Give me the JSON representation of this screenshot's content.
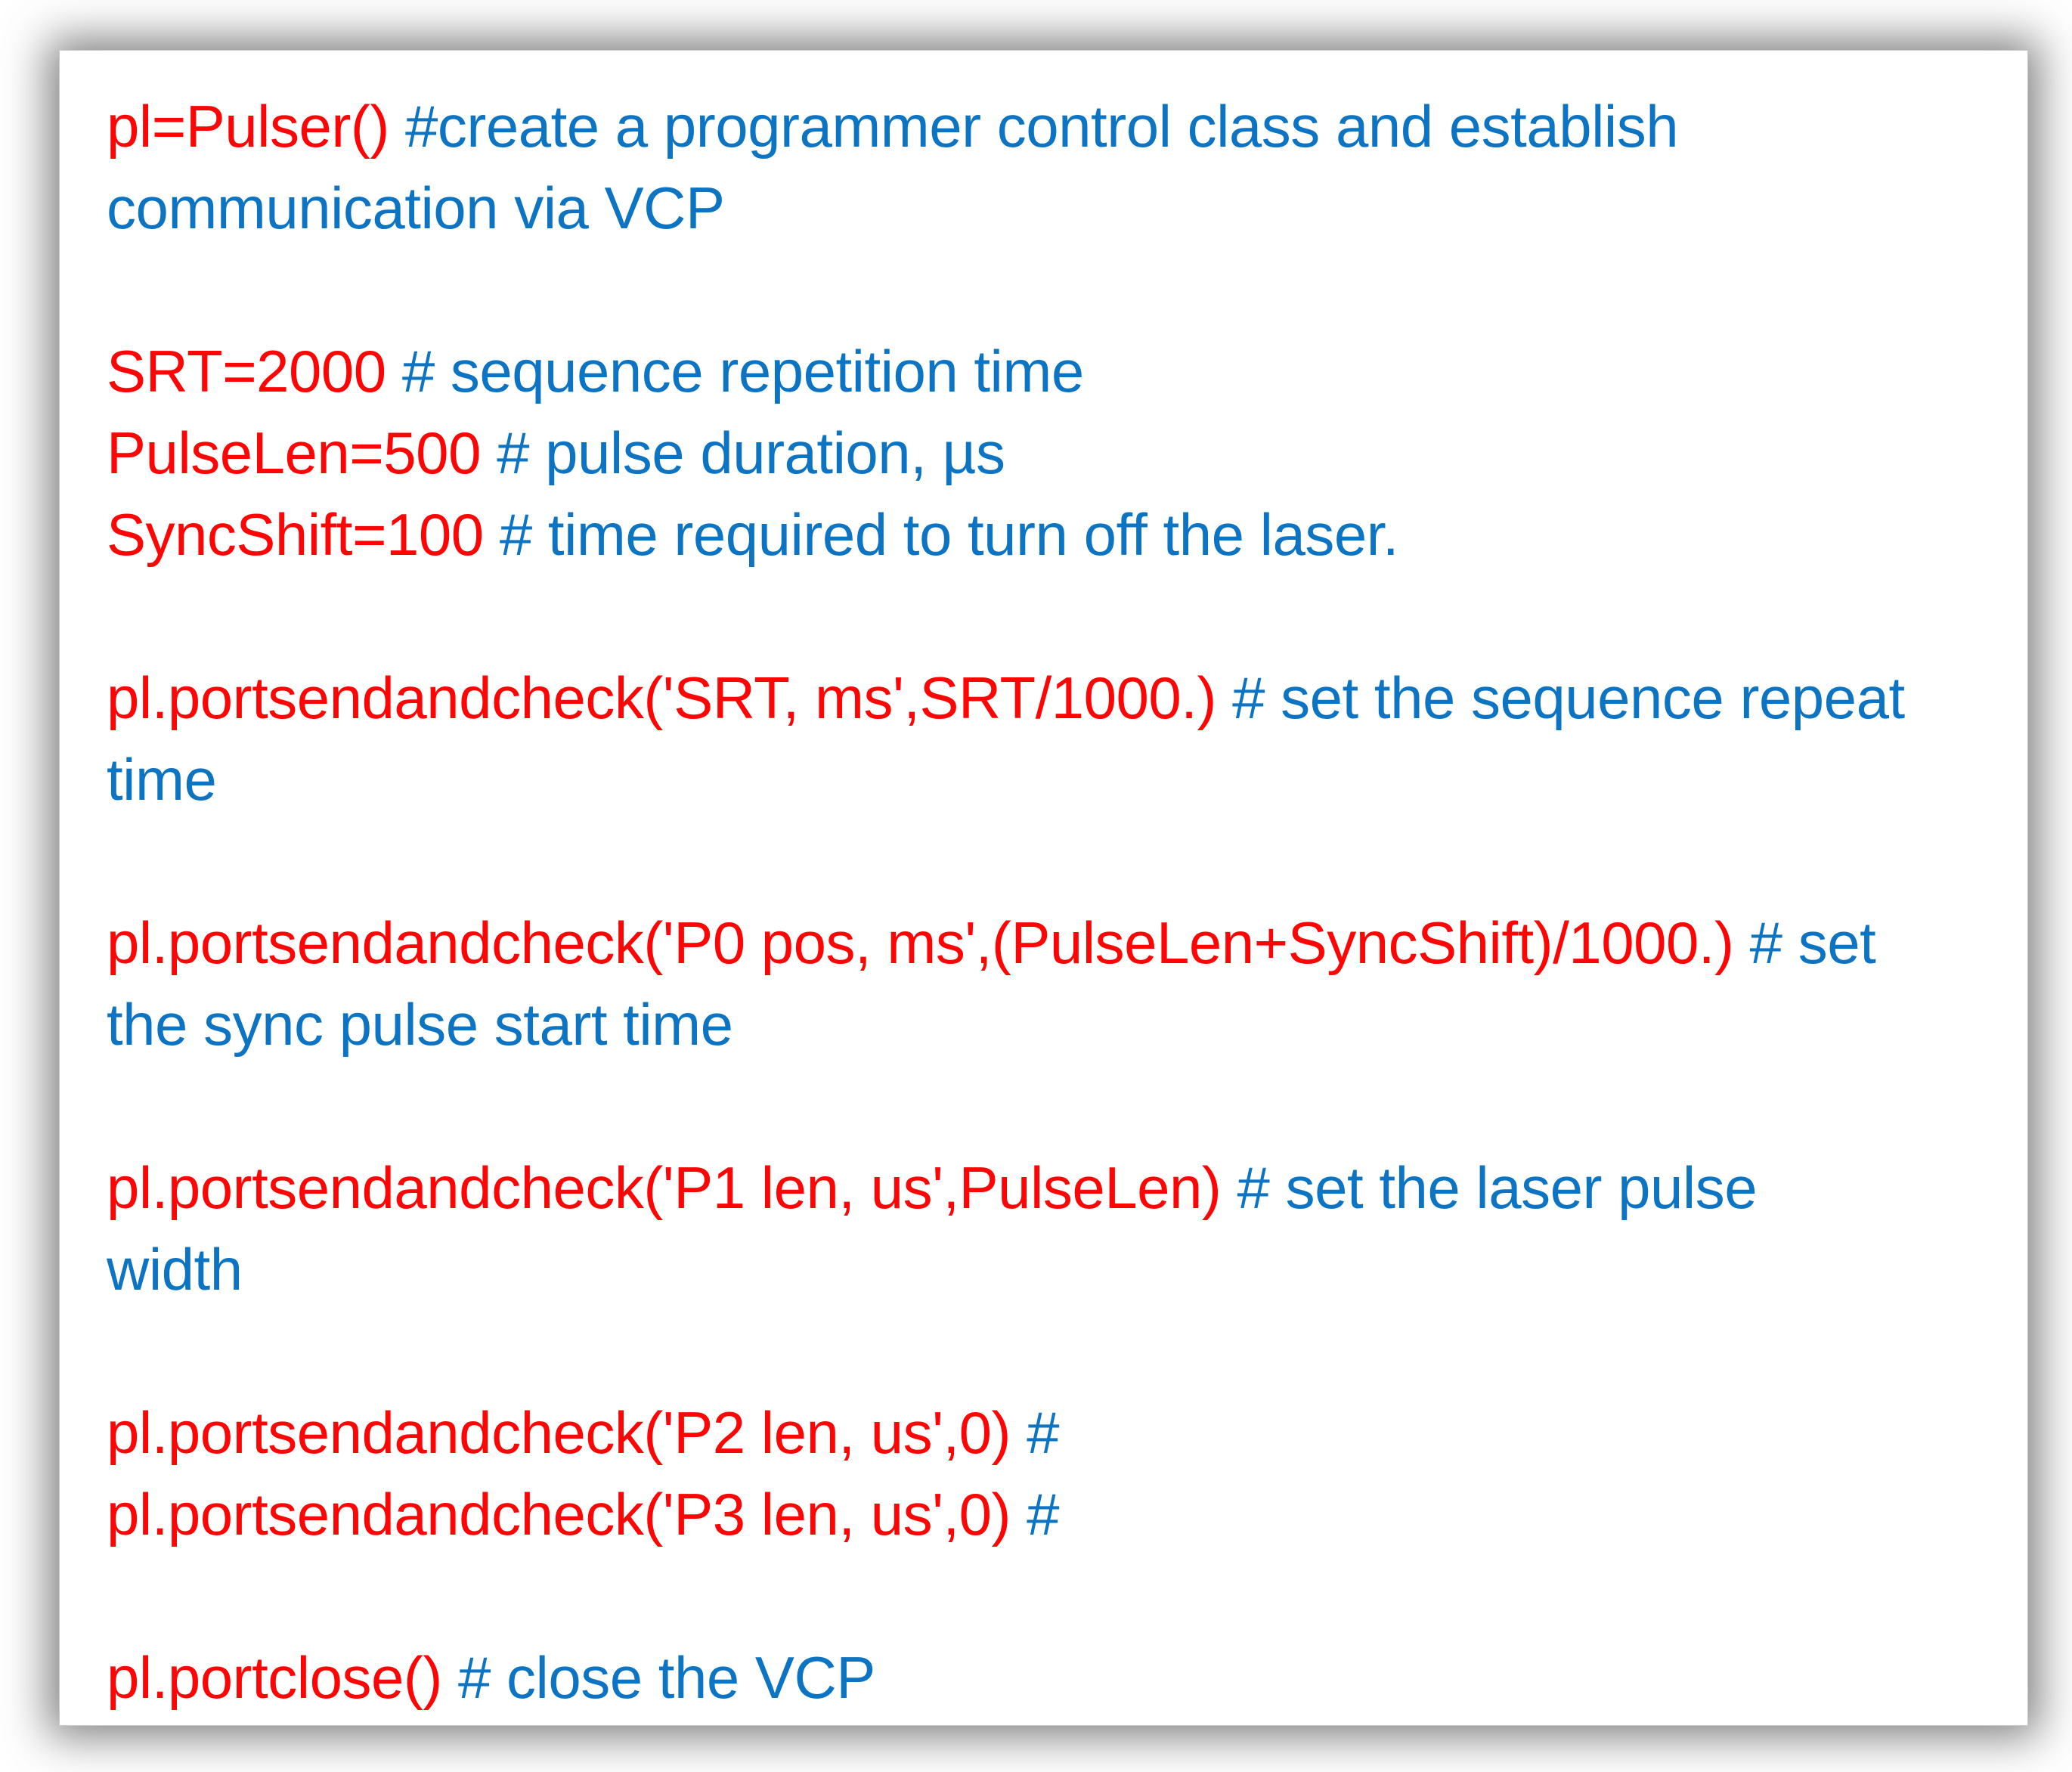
{
  "panel": {
    "kind": "code-listing",
    "background": "#ffffff",
    "shadow_color": "#5a5a5a"
  },
  "colors": {
    "code": "#fd0505",
    "comment": "#0c74c2"
  },
  "code": {
    "lines": [
      {
        "red": "pl=Pulser() ",
        "blue": "#create a programmer control class and establish"
      },
      {
        "red": "",
        "blue": "communication via VCP"
      },
      {
        "blank": true
      },
      {
        "red": "SRT=2000 ",
        "blue": "# sequence repetition time"
      },
      {
        "red": "PulseLen=500 ",
        "blue": "# pulse duration, µs"
      },
      {
        "red": "SyncShift=100 ",
        "blue": "# time required to turn off the laser."
      },
      {
        "blank": true
      },
      {
        "red": "pl.portsendandcheck('SRT, ms',SRT/1000.) ",
        "blue": "# set the sequence repeat"
      },
      {
        "red": "",
        "blue": "time"
      },
      {
        "blank": true
      },
      {
        "red": "pl.portsendandcheck('P0 pos, ms',(PulseLen+SyncShift)/1000.) ",
        "blue": "# set"
      },
      {
        "red": "",
        "blue": "the sync pulse start time"
      },
      {
        "blank": true
      },
      {
        "red": "pl.portsendandcheck('P1 len, us',PulseLen) ",
        "blue": "# set the laser pulse"
      },
      {
        "red": "",
        "blue": "width"
      },
      {
        "blank": true
      },
      {
        "red": "pl.portsendandcheck('P2 len, us',0) ",
        "blue": "#"
      },
      {
        "red": "pl.portsendandcheck('P3 len, us',0) ",
        "blue": "#"
      },
      {
        "blank": true
      },
      {
        "red": "pl.portclose() ",
        "blue": "# close the VCP"
      }
    ]
  }
}
